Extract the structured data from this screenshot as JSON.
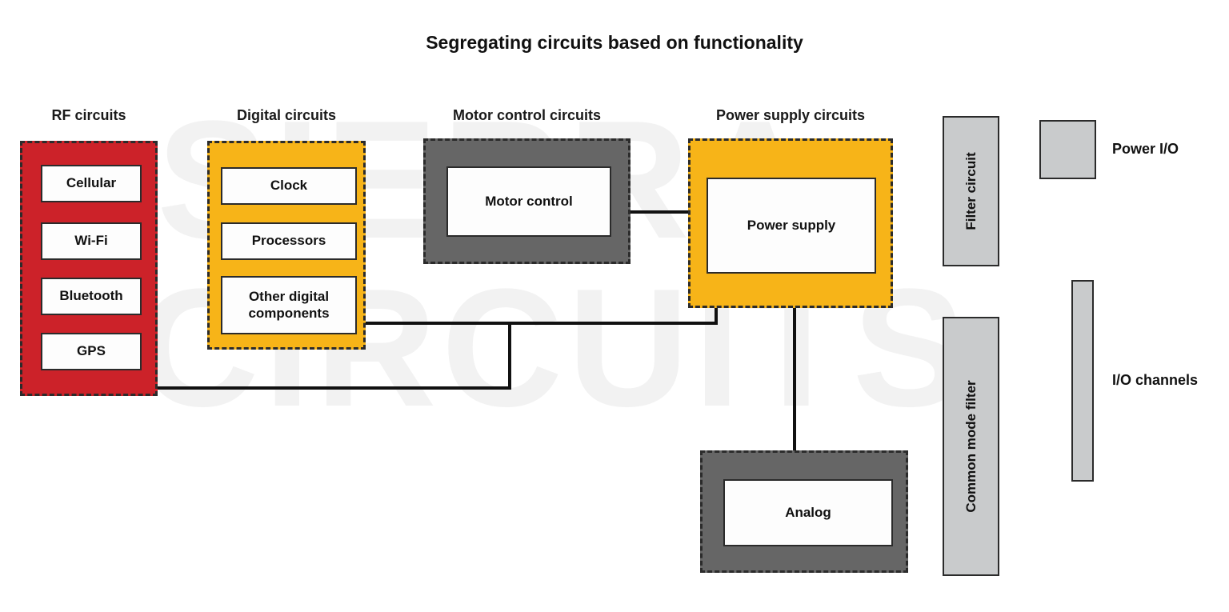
{
  "title": "Segregating circuits based on functionality",
  "watermark": {
    "line1": "SIERRA",
    "line2": "CIRCUITS"
  },
  "colors": {
    "rf": "#cc2229",
    "digital": "#f7b418",
    "motor": "#666666",
    "power": "#f7b418",
    "analog": "#666666",
    "part_fill": "#c9cbcc",
    "outline": "#2b2b2b",
    "wire": "#111111",
    "inner_fill": "#fdfdfd",
    "watermark": "#f2f2f2"
  },
  "groups": {
    "rf": {
      "caption": "RF circuits",
      "items": [
        "Cellular",
        "Wi-Fi",
        "Bluetooth",
        "GPS"
      ]
    },
    "digital": {
      "caption": "Digital circuits",
      "items": [
        "Clock",
        "Processors",
        "Other digital components"
      ]
    },
    "motor": {
      "caption": "Motor control circuits",
      "items": [
        "Motor control"
      ]
    },
    "power": {
      "caption": "Power supply circuits",
      "items": [
        "Power supply"
      ]
    },
    "analog": {
      "caption": "",
      "items": [
        "Analog"
      ]
    }
  },
  "parts": {
    "filter_circuit": {
      "label": "Filter circuit",
      "orientation": "vertical"
    },
    "common_mode_filter": {
      "label": "Common mode filter",
      "orientation": "vertical"
    },
    "power_io": {
      "label": "Power I/O"
    },
    "io_channels": {
      "label": "I/O channels"
    }
  }
}
